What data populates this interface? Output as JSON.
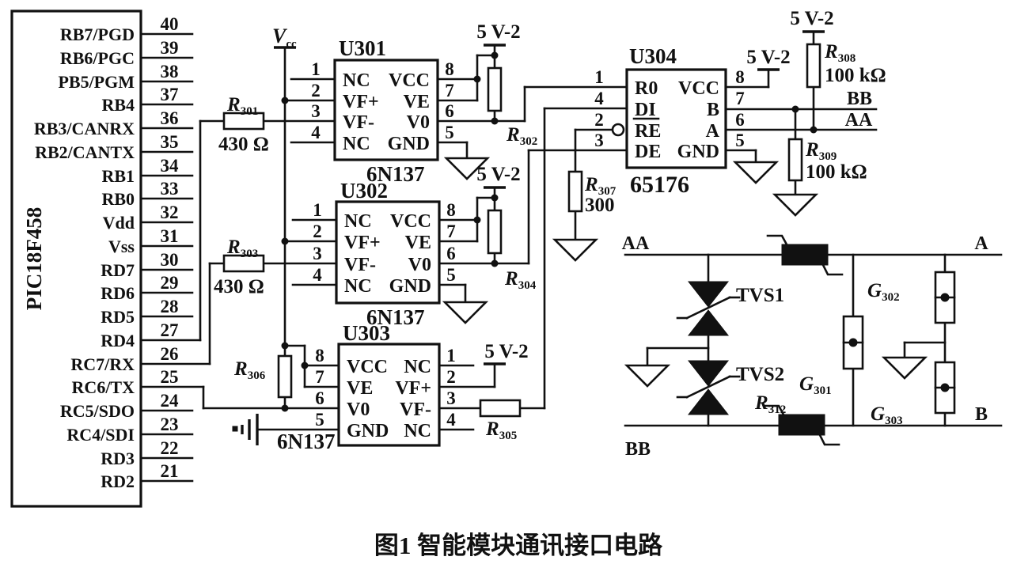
{
  "figure": {
    "caption": "图1  智能模块通讯接口电路"
  },
  "colors": {
    "ink": "#111111",
    "background": "#ffffff"
  },
  "power": {
    "vcc": {
      "prefix": "V",
      "sub": "cc"
    },
    "rail_5v2": "5 V-2"
  },
  "mcu": {
    "name": "PIC18F458",
    "pins": [
      {
        "num": "40",
        "label": "RB7/PGD"
      },
      {
        "num": "39",
        "label": "RB6/PGC"
      },
      {
        "num": "38",
        "label": "PB5/PGM"
      },
      {
        "num": "37",
        "label": "RB4"
      },
      {
        "num": "36",
        "label": "RB3/CANRX"
      },
      {
        "num": "35",
        "label": "RB2/CANTX"
      },
      {
        "num": "34",
        "label": "RB1"
      },
      {
        "num": "33",
        "label": "RB0"
      },
      {
        "num": "32",
        "label": "Vdd"
      },
      {
        "num": "31",
        "label": "Vss"
      },
      {
        "num": "30",
        "label": "RD7"
      },
      {
        "num": "29",
        "label": "RD6"
      },
      {
        "num": "28",
        "label": "RD5"
      },
      {
        "num": "27",
        "label": "RD4"
      },
      {
        "num": "26",
        "label": "RC7/RX"
      },
      {
        "num": "25",
        "label": "RC6/TX"
      },
      {
        "num": "24",
        "label": "RC5/SDO"
      },
      {
        "num": "23",
        "label": "RC4/SDI"
      },
      {
        "num": "22",
        "label": "RD3"
      },
      {
        "num": "21",
        "label": "RD2"
      }
    ]
  },
  "optocouplers": [
    {
      "ref": "U301",
      "part": "6N137",
      "left_pins": [
        {
          "num": "1",
          "label": "NC"
        },
        {
          "num": "2",
          "label": "VF+"
        },
        {
          "num": "3",
          "label": "VF-"
        },
        {
          "num": "4",
          "label": "NC"
        }
      ],
      "right_pins": [
        {
          "num": "8",
          "label": "VCC"
        },
        {
          "num": "7",
          "label": "VE"
        },
        {
          "num": "6",
          "label": "V0"
        },
        {
          "num": "5",
          "label": "GND"
        }
      ]
    },
    {
      "ref": "U302",
      "part": "6N137",
      "left_pins": [
        {
          "num": "1",
          "label": "NC"
        },
        {
          "num": "2",
          "label": "VF+"
        },
        {
          "num": "3",
          "label": "VF-"
        },
        {
          "num": "4",
          "label": "NC"
        }
      ],
      "right_pins": [
        {
          "num": "8",
          "label": "VCC"
        },
        {
          "num": "7",
          "label": "VE"
        },
        {
          "num": "6",
          "label": "V0"
        },
        {
          "num": "5",
          "label": "GND"
        }
      ]
    },
    {
      "ref": "U303",
      "part": "6N137",
      "left_pins": [
        {
          "num": "8",
          "label": "VCC"
        },
        {
          "num": "7",
          "label": "VE"
        },
        {
          "num": "6",
          "label": "V0"
        },
        {
          "num": "5",
          "label": "GND"
        }
      ],
      "right_pins": [
        {
          "num": "1",
          "label": "NC"
        },
        {
          "num": "2",
          "label": "VF+"
        },
        {
          "num": "3",
          "label": "VF-"
        },
        {
          "num": "4",
          "label": "NC"
        }
      ]
    }
  ],
  "transceiver": {
    "ref": "U304",
    "part": "65176",
    "left_pins": [
      {
        "num": "1",
        "label": "R0"
      },
      {
        "num": "4",
        "label": "DI"
      },
      {
        "num": "2",
        "label": "RE"
      },
      {
        "num": "3",
        "label": "DE"
      }
    ],
    "right_pins": [
      {
        "num": "8",
        "label": "VCC"
      },
      {
        "num": "7",
        "label": "B"
      },
      {
        "num": "6",
        "label": "A"
      },
      {
        "num": "5",
        "label": "GND"
      }
    ]
  },
  "resistors": [
    {
      "ref": {
        "prefix": "R",
        "sub": "301"
      },
      "value": "430 Ω"
    },
    {
      "ref": {
        "prefix": "R",
        "sub": "302"
      },
      "value": ""
    },
    {
      "ref": {
        "prefix": "R",
        "sub": "303"
      },
      "value": "430 Ω"
    },
    {
      "ref": {
        "prefix": "R",
        "sub": "304"
      },
      "value": ""
    },
    {
      "ref": {
        "prefix": "R",
        "sub": "305"
      },
      "value": ""
    },
    {
      "ref": {
        "prefix": "R",
        "sub": "306"
      },
      "value": ""
    },
    {
      "ref": {
        "prefix": "R",
        "sub": "307"
      },
      "value": "300"
    },
    {
      "ref": {
        "prefix": "R",
        "sub": "308"
      },
      "value": "100 kΩ"
    },
    {
      "ref": {
        "prefix": "R",
        "sub": "309"
      },
      "value": "100 kΩ"
    },
    {
      "ref": {
        "prefix": "R",
        "sub": "312"
      },
      "value": ""
    }
  ],
  "protection": {
    "tvs1": "TVS1",
    "tvs2": "TVS2",
    "gdt": [
      {
        "prefix": "G",
        "sub": "301"
      },
      {
        "prefix": "G",
        "sub": "302"
      },
      {
        "prefix": "G",
        "sub": "303"
      }
    ]
  },
  "nets": {
    "aa": "AA",
    "bb": "BB",
    "a": "A",
    "b": "B"
  }
}
